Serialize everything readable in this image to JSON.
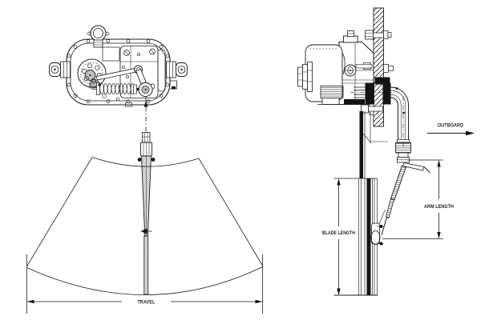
{
  "drawing": {
    "background": "#ffffff",
    "line_color": "#1d1d1d",
    "front_view": {
      "travel_label": "TRAVEL"
    },
    "side_view": {
      "outboard_label": "OUTBOARD",
      "arm_length_label": "ARM LENGTH",
      "blade_length_label": "BLADE LENGTH"
    }
  }
}
